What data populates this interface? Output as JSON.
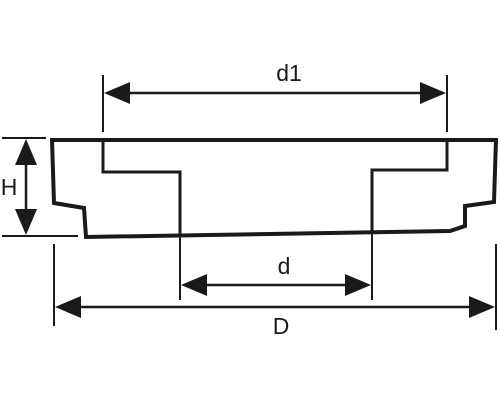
{
  "labels": {
    "top_diameter": "d1",
    "bore_diameter": "d",
    "outer_diameter": "D",
    "height": "H"
  }
}
